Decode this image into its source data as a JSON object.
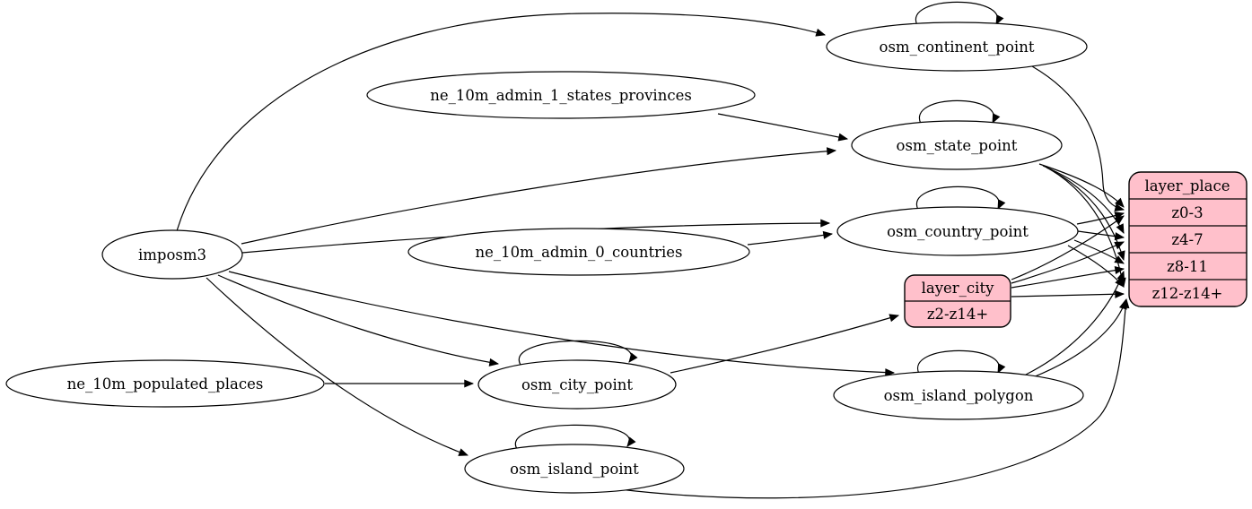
{
  "diagram": {
    "kind": "etl-dependency-graph",
    "background_color": "#ffffff",
    "edge_color": "#000000",
    "ellipse_fill": "#ffffff",
    "record_fill": "#ffc0cb",
    "nodes": {
      "imposm3": {
        "label": "imposm3",
        "shape": "ellipse"
      },
      "ne_10m_admin_1_states_provinces": {
        "label": "ne_10m_admin_1_states_provinces",
        "shape": "ellipse"
      },
      "ne_10m_admin_0_countries": {
        "label": "ne_10m_admin_0_countries",
        "shape": "ellipse"
      },
      "ne_10m_populated_places": {
        "label": "ne_10m_populated_places",
        "shape": "ellipse"
      },
      "osm_continent_point": {
        "label": "osm_continent_point",
        "shape": "ellipse"
      },
      "osm_state_point": {
        "label": "osm_state_point",
        "shape": "ellipse"
      },
      "osm_country_point": {
        "label": "osm_country_point",
        "shape": "ellipse"
      },
      "osm_city_point": {
        "label": "osm_city_point",
        "shape": "ellipse"
      },
      "osm_island_polygon": {
        "label": "osm_island_polygon",
        "shape": "ellipse"
      },
      "osm_island_point": {
        "label": "osm_island_point",
        "shape": "ellipse"
      },
      "layer_city": {
        "title": "layer_city",
        "rows": [
          "z2-z14+"
        ],
        "shape": "record"
      },
      "layer_place": {
        "title": "layer_place",
        "rows": [
          "z0-3",
          "z4-7",
          "z8-11",
          "z12-z14+"
        ],
        "shape": "record"
      }
    },
    "edges": [
      {
        "from": "imposm3",
        "to": "osm_continent_point"
      },
      {
        "from": "imposm3",
        "to": "osm_state_point"
      },
      {
        "from": "imposm3",
        "to": "osm_country_point"
      },
      {
        "from": "imposm3",
        "to": "osm_city_point"
      },
      {
        "from": "imposm3",
        "to": "osm_island_polygon"
      },
      {
        "from": "imposm3",
        "to": "osm_island_point"
      },
      {
        "from": "ne_10m_admin_1_states_provinces",
        "to": "osm_state_point"
      },
      {
        "from": "ne_10m_admin_0_countries",
        "to": "osm_country_point"
      },
      {
        "from": "ne_10m_populated_places",
        "to": "osm_city_point"
      },
      {
        "from": "osm_continent_point",
        "to": "osm_continent_point"
      },
      {
        "from": "osm_state_point",
        "to": "osm_state_point"
      },
      {
        "from": "osm_country_point",
        "to": "osm_country_point"
      },
      {
        "from": "osm_city_point",
        "to": "osm_city_point"
      },
      {
        "from": "osm_island_polygon",
        "to": "osm_island_polygon"
      },
      {
        "from": "osm_island_point",
        "to": "osm_island_point"
      },
      {
        "from": "osm_continent_point",
        "to": "layer_place:z0-3"
      },
      {
        "from": "osm_state_point",
        "to": "layer_place:z0-3"
      },
      {
        "from": "osm_state_point",
        "to": "layer_place:z4-7"
      },
      {
        "from": "osm_state_point",
        "to": "layer_place:z8-11"
      },
      {
        "from": "osm_state_point",
        "to": "layer_place:z12-z14+"
      },
      {
        "from": "osm_country_point",
        "to": "layer_place:z0-3"
      },
      {
        "from": "osm_country_point",
        "to": "layer_place:z4-7"
      },
      {
        "from": "osm_country_point",
        "to": "layer_place:z8-11"
      },
      {
        "from": "osm_country_point",
        "to": "layer_place:z12-z14+"
      },
      {
        "from": "osm_city_point",
        "to": "layer_city:z2-z14+"
      },
      {
        "from": "layer_city:z2-z14+",
        "to": "layer_place:z0-3"
      },
      {
        "from": "layer_city:z2-z14+",
        "to": "layer_place:z4-7"
      },
      {
        "from": "layer_city:z2-z14+",
        "to": "layer_place:z8-11"
      },
      {
        "from": "layer_city:z2-z14+",
        "to": "layer_place:z12-z14+"
      },
      {
        "from": "osm_island_polygon",
        "to": "layer_place:z8-11"
      },
      {
        "from": "osm_island_polygon",
        "to": "layer_place:z12-z14+"
      },
      {
        "from": "osm_island_point",
        "to": "layer_place:z12-z14+"
      }
    ]
  }
}
